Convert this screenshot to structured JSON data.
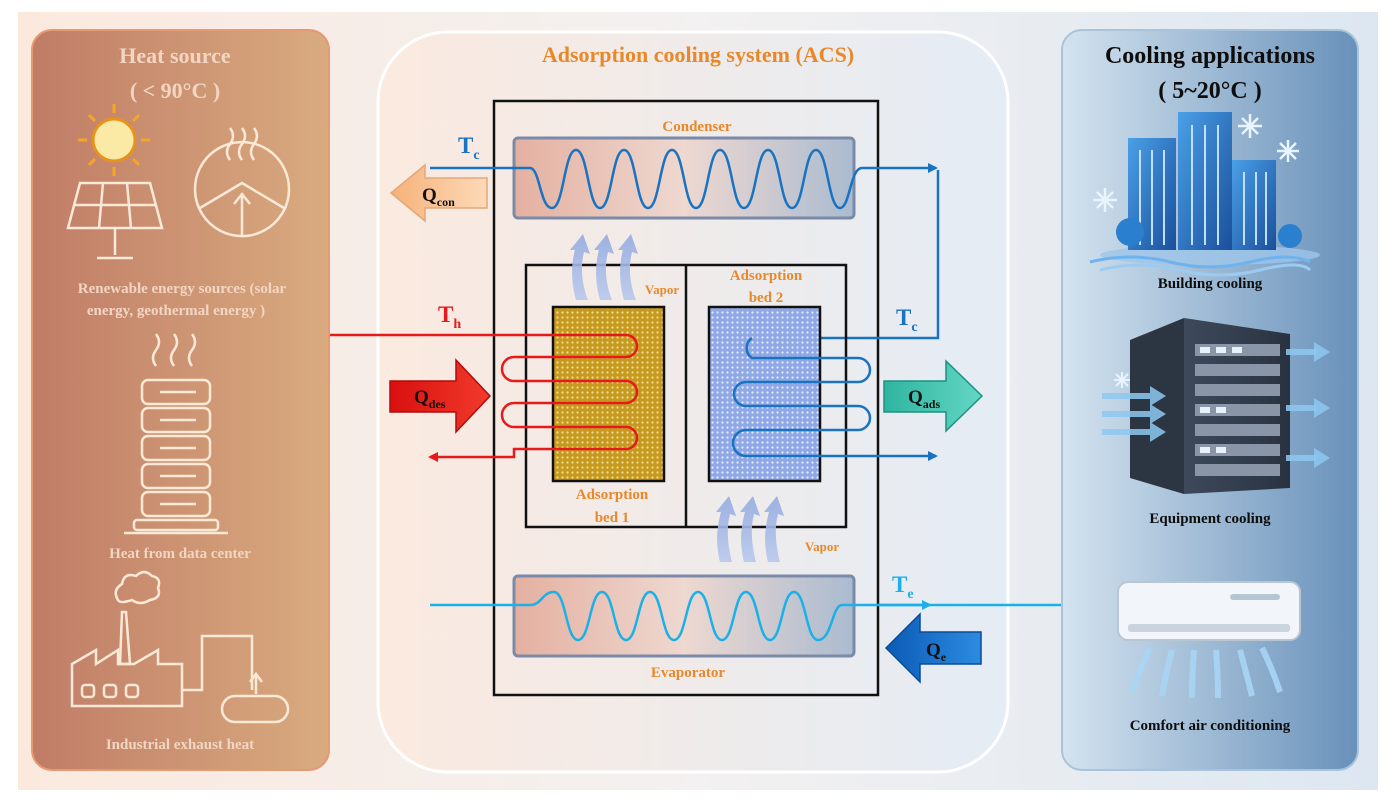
{
  "left_panel": {
    "title": "Heat source",
    "subtitle": "( < 90°C )",
    "renewable_label_line1": "Renewable energy sources (solar",
    "renewable_label_line2": "energy, geothermal energy )",
    "datacenter_label": "Heat from data center",
    "industrial_label": "Industrial exhaust heat"
  },
  "center_panel": {
    "title": "Adsorption cooling system (ACS)",
    "condenser_label": "Condenser",
    "evaporator_label": "Evaporator",
    "bed1_label_line1": "Adsorption",
    "bed1_label_line2": "bed 1",
    "bed2_label_line1": "Adsorption",
    "bed2_label_line2": "bed 2",
    "vapor_label_top": "Vapor",
    "vapor_label_bottom": "Vapor",
    "tc_top": {
      "main": "T",
      "sub": "c"
    },
    "tc_right": {
      "main": "T",
      "sub": "c"
    },
    "th": {
      "main": "T",
      "sub": "h"
    },
    "te": {
      "main": "T",
      "sub": "e"
    },
    "q_con": {
      "main": "Q",
      "sub": "con"
    },
    "q_des": {
      "main": "Q",
      "sub": "des"
    },
    "q_ads": {
      "main": "Q",
      "sub": "ads"
    },
    "q_e": {
      "main": "Q",
      "sub": "e"
    }
  },
  "right_panel": {
    "title": "Cooling applications",
    "subtitle": "( 5~20°C )",
    "building_label": "Building cooling",
    "equipment_label": "Equipment cooling",
    "comfort_label": "Comfort air conditioning"
  },
  "colors": {
    "hot_line": "#e8191a",
    "cold_line": "#1a73c0",
    "evap_line": "#1ab0e8",
    "accent_orange": "#e8882a",
    "left_bg_start": "#c4826a",
    "left_bg_end": "#d8a87c",
    "right_bg_start": "#c9dcec",
    "right_bg_end": "#6a94bd"
  }
}
